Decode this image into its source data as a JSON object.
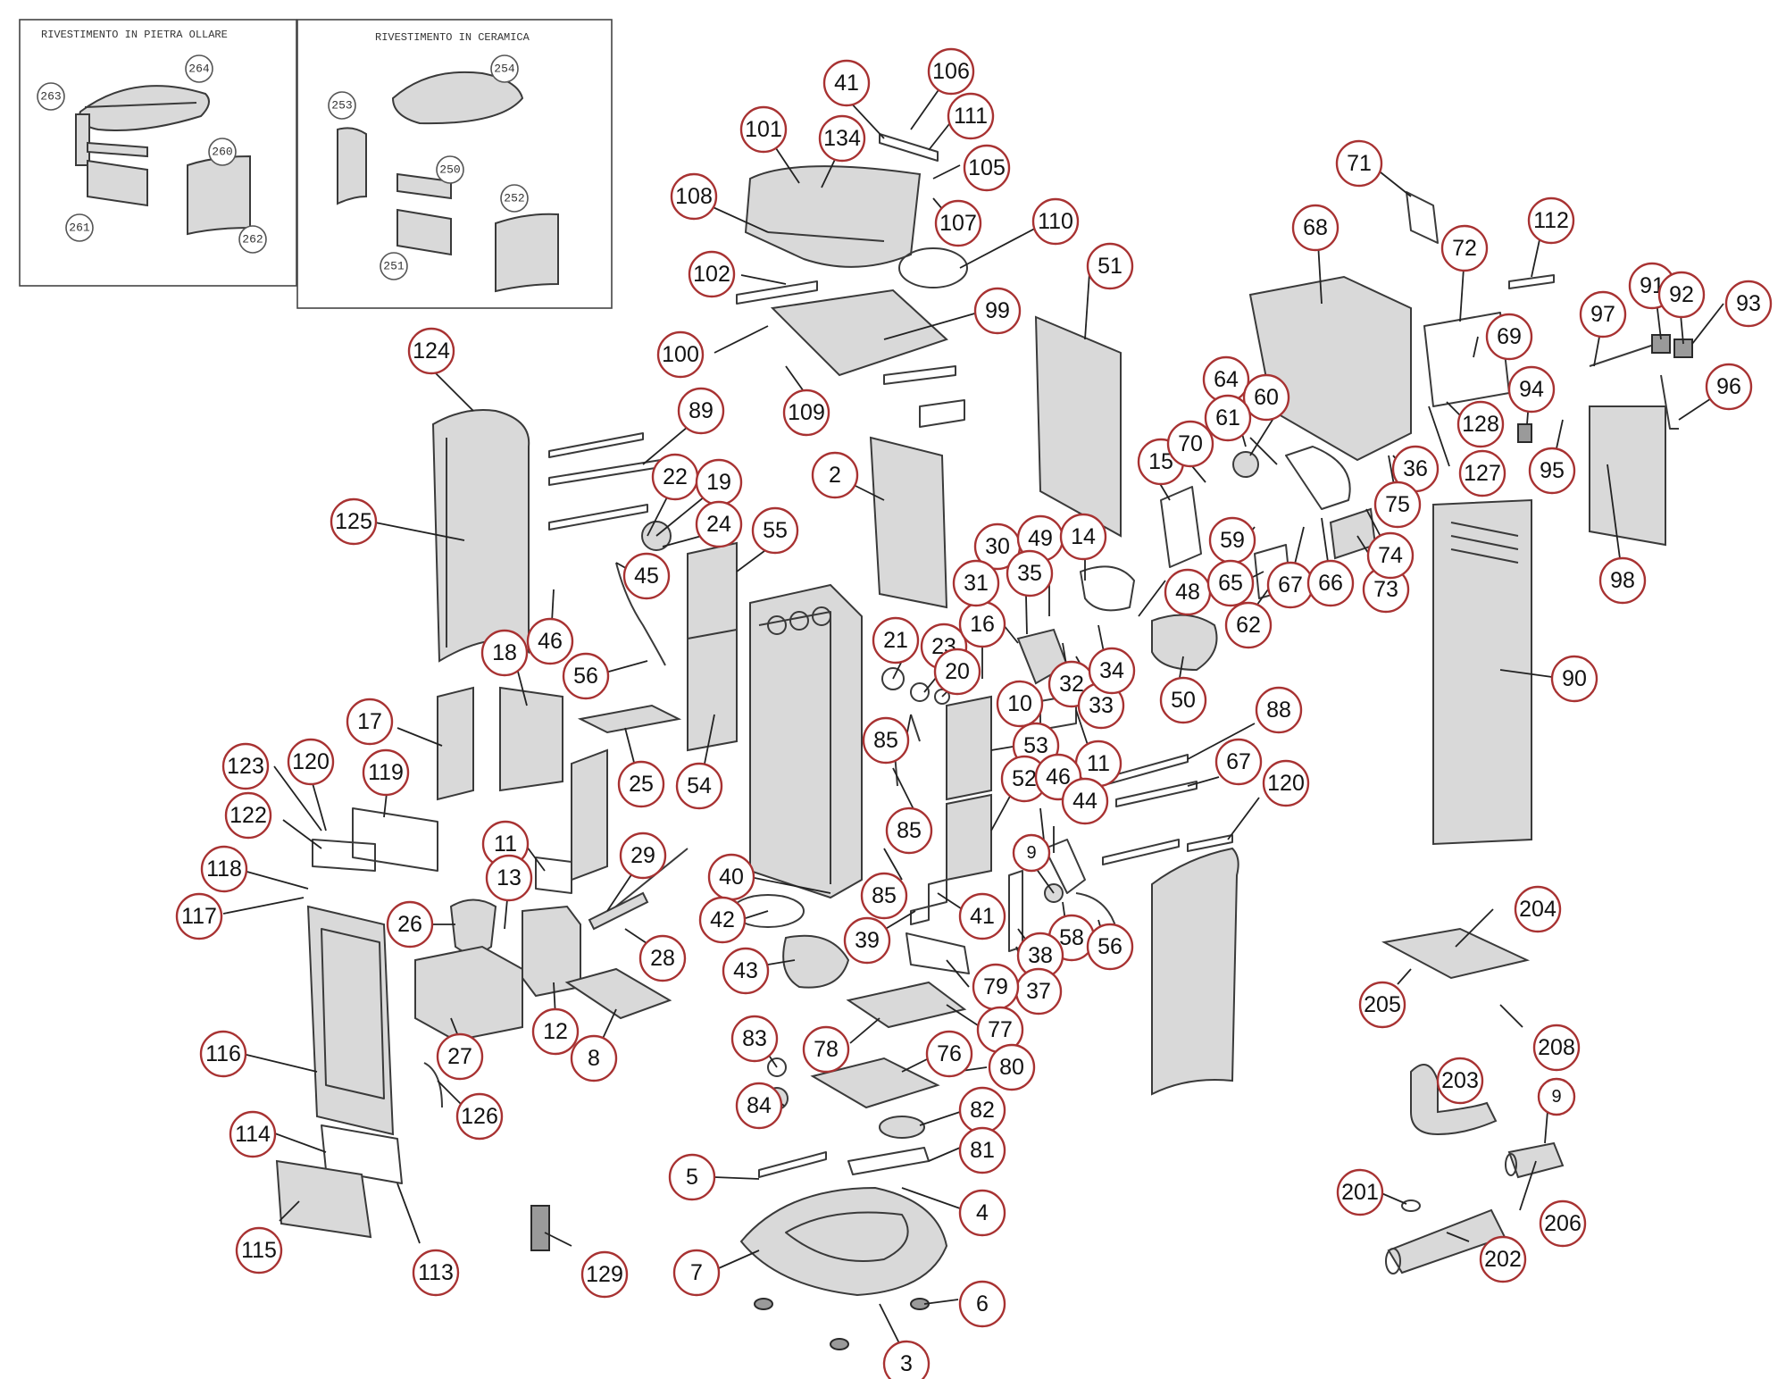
{
  "insets": {
    "left": {
      "title": "RIVESTIMENTO IN PIETRA OLLARE",
      "labels": [
        "264",
        "263",
        "260",
        "261",
        "262"
      ]
    },
    "right": {
      "title": "RIVESTIMENTO IN CERAMICA",
      "labels": [
        "254",
        "253",
        "250",
        "251",
        "252"
      ]
    }
  },
  "callouts": [
    "41",
    "106",
    "111",
    "105",
    "107",
    "101",
    "134",
    "108",
    "110",
    "102",
    "99",
    "100",
    "109",
    "124",
    "125",
    "89",
    "22",
    "19",
    "24",
    "45",
    "46",
    "56",
    "55",
    "25",
    "54",
    "2",
    "21",
    "23",
    "20",
    "16",
    "30",
    "49",
    "14",
    "31",
    "35",
    "32",
    "33",
    "34",
    "48",
    "50",
    "51",
    "15",
    "70",
    "64",
    "60",
    "61",
    "59",
    "65",
    "67",
    "66",
    "73",
    "74",
    "62",
    "68",
    "71",
    "72",
    "112",
    "69",
    "128",
    "36",
    "127",
    "75",
    "97",
    "91",
    "92",
    "93",
    "94",
    "96",
    "95",
    "98",
    "90",
    "17",
    "18",
    "119",
    "123",
    "120",
    "122",
    "118",
    "117",
    "11",
    "13",
    "26",
    "27",
    "12",
    "29",
    "28",
    "8",
    "40",
    "42",
    "43",
    "39",
    "41",
    "85",
    "85",
    "85",
    "10",
    "53",
    "11",
    "52",
    "46",
    "44",
    "9",
    "58",
    "56",
    "38",
    "37",
    "88",
    "67",
    "120",
    "79",
    "77",
    "78",
    "76",
    "80",
    "83",
    "84",
    "82",
    "81",
    "5",
    "4",
    "7",
    "6",
    "3",
    "116",
    "126",
    "114",
    "115",
    "113",
    "129",
    "204",
    "205",
    "208",
    "203",
    "9",
    "201",
    "206",
    "202"
  ]
}
